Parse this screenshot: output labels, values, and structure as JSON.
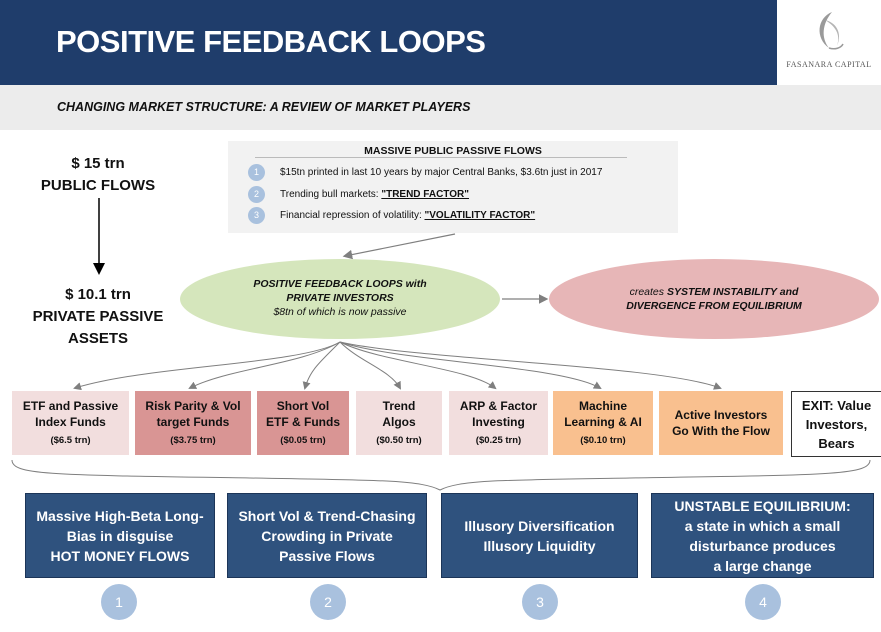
{
  "header": {
    "title": "POSITIVE FEEDBACK LOOPS",
    "logo_text": "FASANARA CAPITAL"
  },
  "subtitle": "CHANGING MARKET STRUCTURE: A REVIEW OF MARKET PLAYERS",
  "left": {
    "public_amount": "$ 15 trn",
    "public_label": "PUBLIC FLOWS",
    "private_amount": "$ 10.1 trn",
    "private_label_1": "PRIVATE PASSIVE",
    "private_label_2": "ASSETS"
  },
  "public_flows": {
    "title": "MASSIVE PUBLIC PASSIVE FLOWS",
    "items": [
      {
        "num": "1",
        "text": "$15tn printed in last 10 years by major Central Banks, $3.6tn just in 2017",
        "emphasis": ""
      },
      {
        "num": "2",
        "text": "Trending bull markets: ",
        "emphasis": "\"TREND FACTOR\""
      },
      {
        "num": "3",
        "text": "Financial repression of volatility: ",
        "emphasis": "\"VOLATILITY FACTOR\""
      }
    ]
  },
  "green_ellipse": {
    "line1": "POSITIVE FEEDBACK LOOPS with",
    "line2": "PRIVATE INVESTORS",
    "line3": "$8tn of which is now passive"
  },
  "red_ellipse": {
    "prefix": "creates ",
    "line1": "SYSTEM INSTABILITY and",
    "line2": "DIVERGENCE FROM EQUILIBRIUM"
  },
  "players": [
    {
      "name_1": "ETF and Passive",
      "name_2": "Index Funds",
      "amount": "($6.5 trn)",
      "color": "#f2dede"
    },
    {
      "name_1": "Risk Parity & Vol",
      "name_2": "target Funds",
      "amount": "($3.75 trn)",
      "color": "#d99594"
    },
    {
      "name_1": "Short Vol",
      "name_2": "ETF & Funds",
      "amount": "($0.05 trn)",
      "color": "#d99594"
    },
    {
      "name_1": "Trend",
      "name_2": "Algos",
      "amount": "($0.50 trn)",
      "color": "#f2dede"
    },
    {
      "name_1": "ARP & Factor",
      "name_2": "Investing",
      "amount": "($0.25 trn)",
      "color": "#f2dede"
    },
    {
      "name_1": "Machine",
      "name_2": "Learning & AI",
      "amount": "($0.10 trn)",
      "color": "#f9c08f"
    },
    {
      "name_1": "Active Investors",
      "name_2": "Go With the Flow",
      "amount": "",
      "color": "#f9c08f"
    }
  ],
  "exit_box": {
    "line1": "EXIT: Value",
    "line2": "Investors,",
    "line3": "Bears"
  },
  "outcomes": [
    {
      "lines": [
        "Massive High-Beta Long-",
        "Bias in disguise",
        "HOT MONEY FLOWS"
      ],
      "num": "1"
    },
    {
      "lines": [
        "Short Vol & Trend-Chasing",
        "Crowding in Private",
        "Passive Flows"
      ],
      "num": "2"
    },
    {
      "lines": [
        "Illusory Diversification",
        "Illusory Liquidity"
      ],
      "num": "3"
    },
    {
      "lines": [
        "UNSTABLE EQUILIBRIUM:",
        "a state in which a small",
        "disturbance produces",
        "a large change"
      ],
      "num": "4"
    }
  ]
}
